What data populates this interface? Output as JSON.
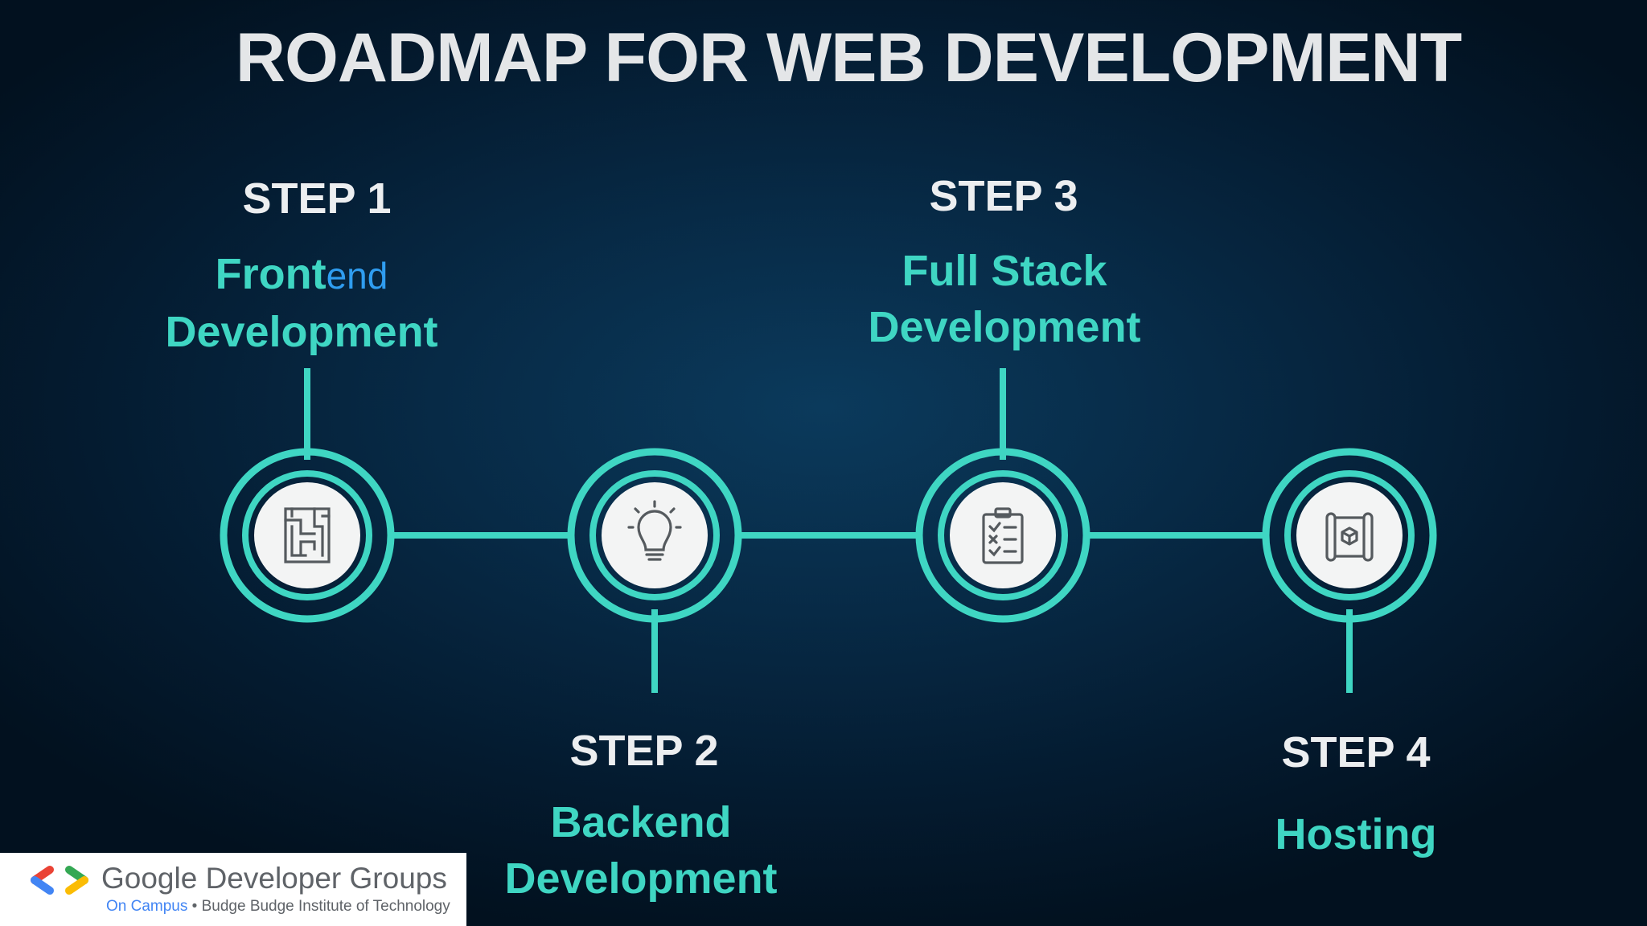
{
  "title": "ROADMAP FOR WEB DEVELOPMENT",
  "accent_color": "#3fd6c3",
  "steps": [
    {
      "label": "STEP 1",
      "name_line1_main": "Front",
      "name_line1_accent": "end",
      "name_line2": "Development",
      "icon": "maze-icon"
    },
    {
      "label": "STEP 2",
      "name_line1": "Backend",
      "name_line2": "Development",
      "icon": "lightbulb-icon"
    },
    {
      "label": "STEP 3",
      "name_line1": "Full Stack",
      "name_line2": "Development",
      "icon": "clipboard-checklist-icon"
    },
    {
      "label": "STEP 4",
      "name_line1": "Hosting",
      "icon": "box-blueprint-icon"
    }
  ],
  "badge": {
    "name": "Google Developer Groups",
    "campus": "On Campus",
    "separator": " • ",
    "institute": "Budge Budge Institute of Technology",
    "colors": {
      "red": "#ea4335",
      "blue": "#4285f4",
      "green": "#34a853",
      "yellow": "#fbbc04"
    }
  }
}
